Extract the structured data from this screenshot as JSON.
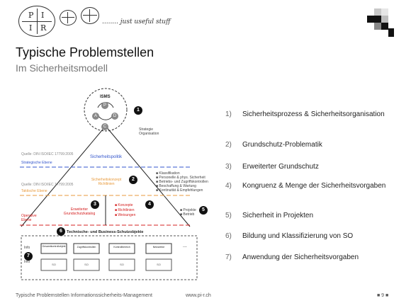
{
  "header": {
    "logo": {
      "tl": "P",
      "tr": "I",
      "bl": "I",
      "br": "R"
    },
    "tagline": "........ just useful stuff",
    "title": "Typische Problemstellen",
    "subtitle": "Im Sicherheitsmodell"
  },
  "diagram": {
    "isms": "ISMS",
    "cycle_labels": [
      "P",
      "D",
      "C",
      "A"
    ],
    "strategy_notes": [
      "Strategie",
      "Organisation"
    ],
    "source_top": "Quelle: DIN ISO/IEC 17799:2005",
    "strategic_layer": "Strategische Ebene",
    "policy": "Sicherheitspolitik",
    "source_mid": "Quelle: DIN ISO/IEC 17799:2005",
    "tactical_layer": "Taktische Ebene",
    "concept_line1": "Sicherheitskonzept",
    "concept_line2": "Richtlinien",
    "tactical_notes": [
      "Klassifikation",
      "Personelle & phys. Sicherheit",
      "Betriebs- und Zugriffskontrollen",
      "Beschaffung & Wartung",
      "Kontinuität & Empfehlungen"
    ],
    "operative_layer_1": "Operative",
    "operative_layer_2": "Ebene",
    "catalog_line1": "Erweiterter",
    "catalog_line2": "Grundschutzkatalog",
    "measures": [
      "Konzepte",
      "Richtlinien",
      "Weisungen"
    ],
    "project_notes": [
      "Projekte",
      "Betrieb"
    ],
    "objects_label": "Technische- und Business-Schutzobjekte",
    "object_boxes": [
      "Gesamtkontrollobjekt",
      "Zugriffskontrollen",
      "Kontrollbereich",
      "Netzwerke"
    ],
    "sub_boxes": [
      "SO",
      "SO",
      "SO",
      "SO"
    ],
    "ellipsis": "...",
    "bottom_left": [
      "Info",
      "Info"
    ],
    "markers": [
      "1",
      "2",
      "3",
      "4",
      "5",
      "6",
      "7"
    ]
  },
  "list": [
    {
      "num": "1)",
      "text": "Sicherheitsprozess & Sicherheitsorganisation"
    },
    {
      "num": "2)",
      "text": "Grundschutz-Problematik"
    },
    {
      "num": "3)",
      "text": "Erweiterter Grundschutz"
    },
    {
      "num": "4)",
      "text": "Kongruenz & Menge der Sicherheitsvorgaben"
    },
    {
      "num": "5)",
      "text": "Sicherheit in Projekten"
    },
    {
      "num": "6)",
      "text": "Bildung und Klassifizierung von SO"
    },
    {
      "num": "7)",
      "text": "Anwendung der Sicherheitsvorgaben"
    }
  ],
  "footer": {
    "left": "Typische Problemstellen Informationssicherheits-Management",
    "center": "www.pi-r.ch",
    "page": "■ 9 ■"
  },
  "colors": {
    "blue": "#3355cc",
    "orange": "#e89a3c",
    "red": "#d42020",
    "marker": "#111111"
  }
}
